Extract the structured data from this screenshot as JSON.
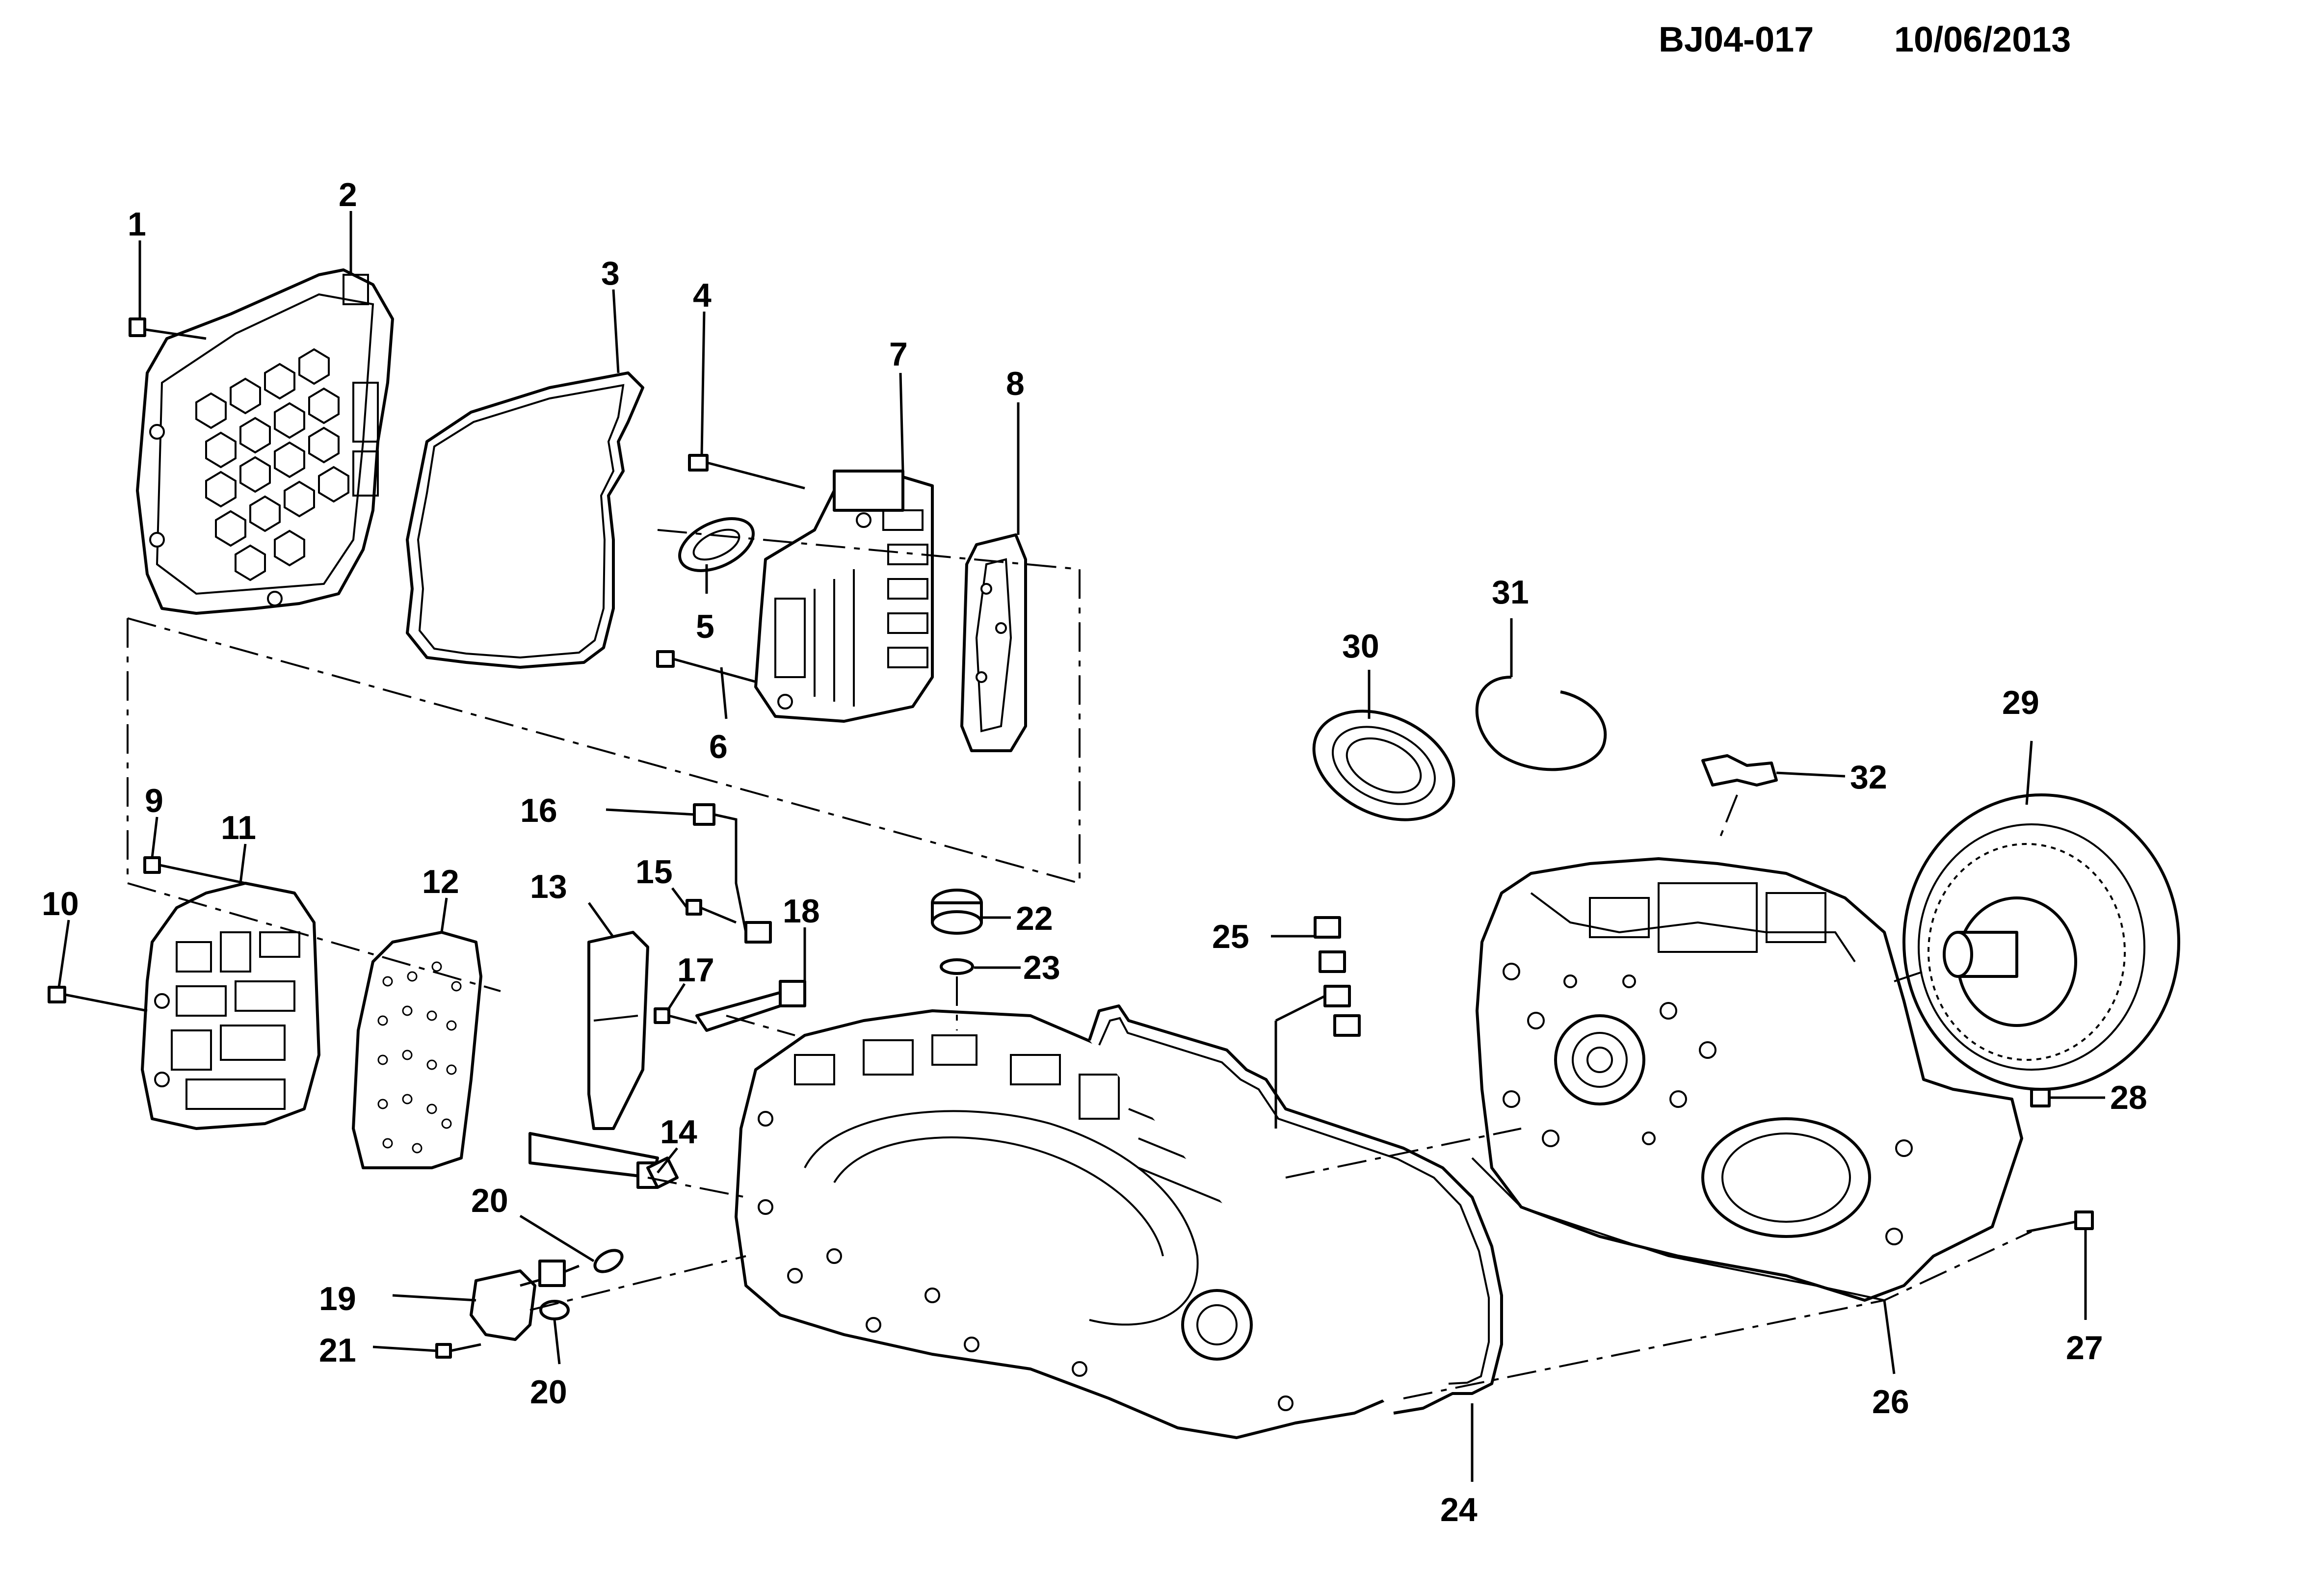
{
  "header": {
    "drawing_id": "BJ04-017",
    "date": "10/06/2013"
  },
  "callouts": {
    "c1": "1",
    "c2": "2",
    "c3": "3",
    "c4": "4",
    "c5": "5",
    "c6": "6",
    "c7": "7",
    "c8": "8",
    "c9": "9",
    "c10": "10",
    "c11": "11",
    "c12": "12",
    "c13": "13",
    "c14": "14",
    "c15": "15",
    "c16": "16",
    "c17": "17",
    "c18": "18",
    "c19": "19",
    "c20a": "20",
    "c20b": "20",
    "c21": "21",
    "c22": "22",
    "c23": "23",
    "c24": "24",
    "c25": "25",
    "c26": "26",
    "c27": "27",
    "c28": "28",
    "c29": "29",
    "c30": "30",
    "c31": "31",
    "c32": "32"
  },
  "icons": {
    "valve-body-cover": "hexagonal-honeycomb-cover",
    "transaxle-case": "housing-outline",
    "torque-converter": "circular-geared-disc"
  }
}
